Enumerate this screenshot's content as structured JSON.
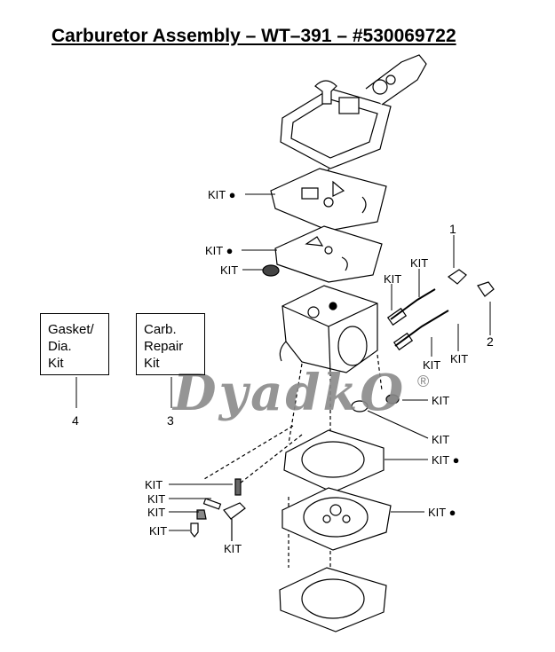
{
  "title": "Carburetor Assembly – WT–391 – #530069722",
  "boxes": [
    {
      "lines": [
        "Gasket/",
        "Dia.",
        "Kit"
      ],
      "number": "4"
    },
    {
      "lines": [
        "Carb.",
        "Repair",
        "Kit"
      ],
      "number": "3"
    }
  ],
  "labels": {
    "kit": "KIT",
    "kit_dot": "KIT ●",
    "one": "1",
    "two": "2"
  },
  "watermark": {
    "text": "DyadkO",
    "registered": "®"
  }
}
